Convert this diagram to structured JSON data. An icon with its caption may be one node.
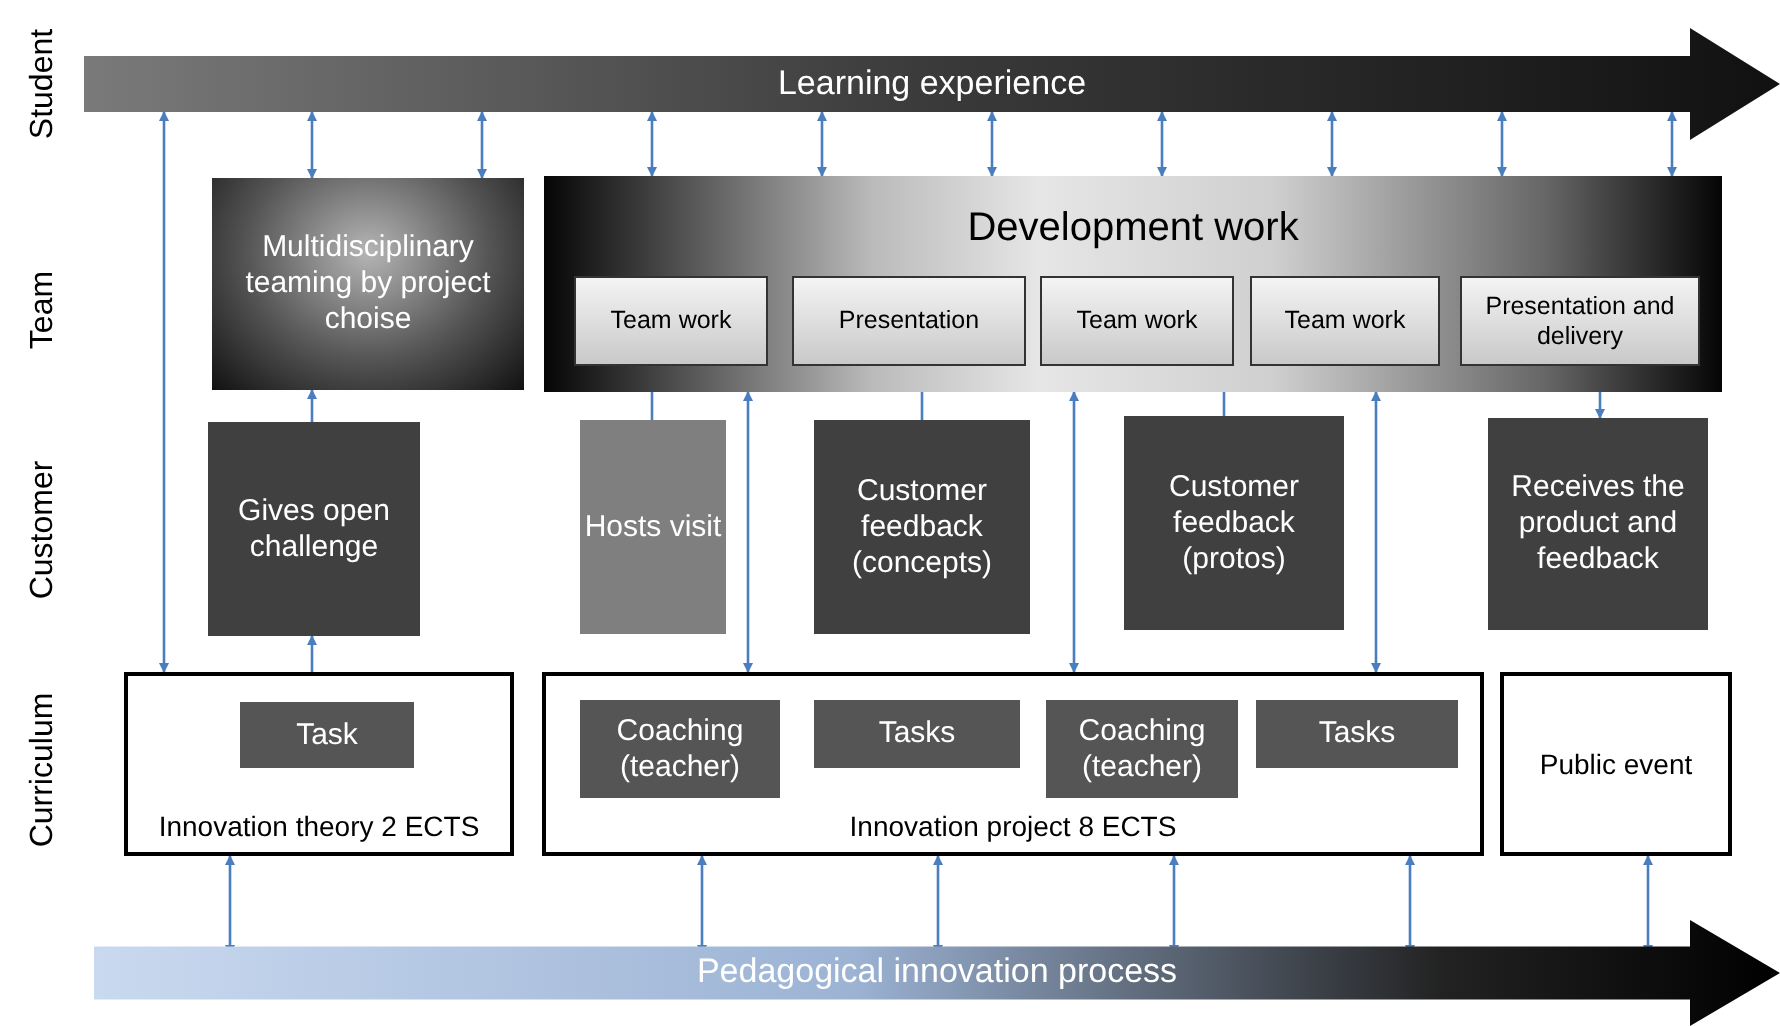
{
  "diagram": {
    "nodes": [
      {
        "text": [
          "Learning experience"
        ]
      },
      {
        "text": [
          "Multidisciplinary teaming by project choise"
        ]
      },
      {
        "text": [
          "Development work"
        ]
      },
      {
        "text": [
          "Team work"
        ],
        "in": 2
      },
      {
        "text": [
          "Presentation"
        ],
        "in": 2
      },
      {
        "text": [
          "Team work"
        ],
        "in": 2
      },
      {
        "text": [
          "Team work"
        ],
        "in": 2
      },
      {
        "text": [
          "Presentation and delivery"
        ],
        "in": 2
      },
      {
        "text": [
          "Gives open challenge"
        ]
      },
      {
        "text": [
          "Hosts visit"
        ]
      },
      {
        "text": [
          "Customer feedback (concepts)"
        ]
      },
      {
        "text": [
          "Customer feedback (protos)"
        ]
      },
      {
        "text": [
          "Receives the product and feedback"
        ]
      },
      {
        "text": [
          "Innovation theory 2 ECTS"
        ]
      },
      {
        "text": [
          "Task"
        ],
        "in": 13
      },
      {
        "text": [
          "Innovation project 8 ECTS"
        ]
      },
      {
        "text": [
          "Coaching (teacher)"
        ],
        "in": 15
      },
      {
        "text": [
          "Tasks"
        ],
        "in": 15
      },
      {
        "text": [
          "Coaching (teacher)"
        ],
        "in": 15
      },
      {
        "text": [
          "Tasks"
        ],
        "in": 15
      },
      {
        "text": [
          "Public event"
        ]
      },
      {
        "text": [
          "Pedagogical innovation process"
        ]
      }
    ],
    "edges": [
      {
        "from": 0,
        "to": 1,
        "arrow": "both"
      },
      {
        "from": 0,
        "to": 1,
        "arrow": "both"
      },
      {
        "from": 0,
        "to": 2,
        "arrow": "both"
      },
      {
        "from": 0,
        "to": 2,
        "arrow": "both"
      },
      {
        "from": 0,
        "to": 2,
        "arrow": "both"
      },
      {
        "from": 0,
        "to": 2,
        "arrow": "both"
      },
      {
        "from": 0,
        "to": 2,
        "arrow": "both"
      },
      {
        "from": 0,
        "to": 2,
        "arrow": "both"
      },
      {
        "from": 0,
        "to": 2,
        "arrow": "both"
      },
      {
        "from": 13,
        "to": 0,
        "arrow": "both"
      },
      {
        "from": 8,
        "to": 1,
        "arrow": "to"
      },
      {
        "from": 8,
        "to": 14,
        "arrow": "both"
      },
      {
        "from": 9,
        "to": 3,
        "arrow": "to"
      },
      {
        "from": 2,
        "to": 15,
        "arrow": "both"
      },
      {
        "from": 10,
        "to": 4,
        "arrow": "to"
      },
      {
        "from": 2,
        "to": 15,
        "arrow": "both"
      },
      {
        "from": 11,
        "to": 5,
        "arrow": "to"
      },
      {
        "from": 2,
        "to": 15,
        "arrow": "both"
      },
      {
        "from": 7,
        "to": 12,
        "arrow": "to"
      },
      {
        "from": 13,
        "to": 21,
        "arrow": "both"
      },
      {
        "from": 15,
        "to": 21,
        "arrow": "both"
      },
      {
        "from": 15,
        "to": 21,
        "arrow": "both"
      },
      {
        "from": 15,
        "to": 21,
        "arrow": "both"
      },
      {
        "from": 15,
        "to": 21,
        "arrow": "both"
      },
      {
        "from": 20,
        "to": 21,
        "arrow": "both"
      }
    ],
    "labels": [
      "Student",
      "Team",
      "Customer",
      "Curriculum"
    ]
  }
}
